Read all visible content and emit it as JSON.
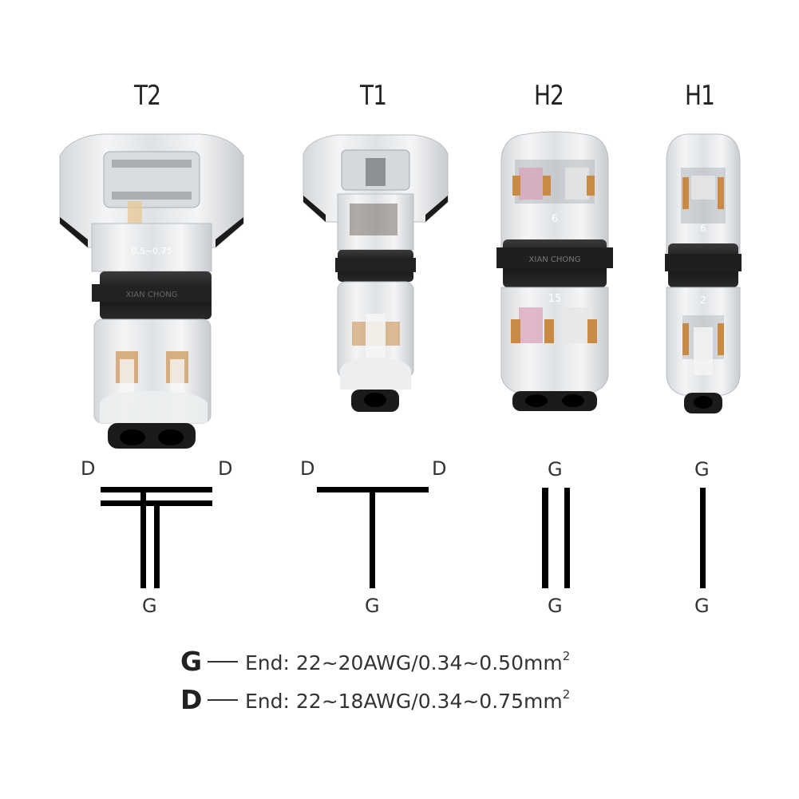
{
  "models": [
    {
      "id": "T2",
      "title": "T2",
      "ends": {
        "left": "D",
        "right": "D",
        "bottom": "G"
      },
      "diagram": "double-T"
    },
    {
      "id": "T1",
      "title": "T1",
      "ends": {
        "left": "D",
        "right": "D",
        "bottom": "G"
      },
      "diagram": "single-T"
    },
    {
      "id": "H2",
      "title": "H2",
      "ends": {
        "top": "G",
        "bottom": "G"
      },
      "diagram": "double-straight"
    },
    {
      "id": "H1",
      "title": "H1",
      "ends": {
        "top": "G",
        "bottom": "G"
      },
      "diagram": "single-straight"
    }
  ],
  "photo_markings": {
    "band_text": "XIAN CHONG",
    "t2_rating": "0.5~0.75",
    "h2_number_top": "6",
    "h2_number_bottom": "15",
    "h1_number_top": "6",
    "h1_number_bottom": "2"
  },
  "legend": [
    {
      "key": "G",
      "text": "End: 22~20AWG/0.34~0.50mm",
      "sup": "2"
    },
    {
      "key": "D",
      "text": "End: 22~18AWG/0.34~0.75mm",
      "sup": "2"
    }
  ],
  "colors": {
    "background": "#ffffff",
    "line": "#000000",
    "text": "#2b2b2b",
    "housing_clear": "#eef0f2",
    "housing_shade": "#c9ccd0",
    "band_black": "#1e1e1e",
    "contact_copper": "#c98a45",
    "contact_pink": "#d9a0b8"
  }
}
